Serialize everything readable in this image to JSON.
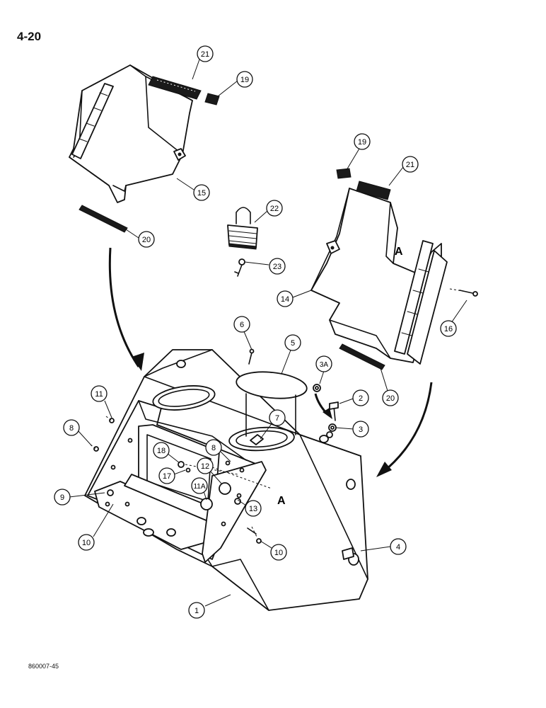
{
  "page": {
    "page_number": "4-20",
    "figure_code": "860007-45"
  },
  "callouts": [
    {
      "id": "c1",
      "label": "1"
    },
    {
      "id": "c2",
      "label": "2"
    },
    {
      "id": "c3",
      "label": "3"
    },
    {
      "id": "c3a",
      "label": "3A"
    },
    {
      "id": "c4",
      "label": "4"
    },
    {
      "id": "c5",
      "label": "5"
    },
    {
      "id": "c6",
      "label": "6"
    },
    {
      "id": "c7",
      "label": "7"
    },
    {
      "id": "c8a",
      "label": "8"
    },
    {
      "id": "c8b",
      "label": "8"
    },
    {
      "id": "c9",
      "label": "9"
    },
    {
      "id": "c10a",
      "label": "10"
    },
    {
      "id": "c10b",
      "label": "10"
    },
    {
      "id": "c11",
      "label": "11"
    },
    {
      "id": "c11a",
      "label": "11A"
    },
    {
      "id": "c12",
      "label": "12"
    },
    {
      "id": "c13",
      "label": "13"
    },
    {
      "id": "c14",
      "label": "14"
    },
    {
      "id": "c15",
      "label": "15"
    },
    {
      "id": "c16",
      "label": "16"
    },
    {
      "id": "c17",
      "label": "17"
    },
    {
      "id": "c18",
      "label": "18"
    },
    {
      "id": "c19a",
      "label": "19"
    },
    {
      "id": "c19b",
      "label": "19"
    },
    {
      "id": "c20a",
      "label": "20"
    },
    {
      "id": "c20b",
      "label": "20"
    },
    {
      "id": "c21a",
      "label": "21"
    },
    {
      "id": "c21b",
      "label": "21"
    },
    {
      "id": "c22",
      "label": "22"
    },
    {
      "id": "c23",
      "label": "23"
    }
  ],
  "reference_marks": [
    {
      "id": "refA1",
      "label": "A"
    },
    {
      "id": "refA2",
      "label": "A"
    }
  ]
}
